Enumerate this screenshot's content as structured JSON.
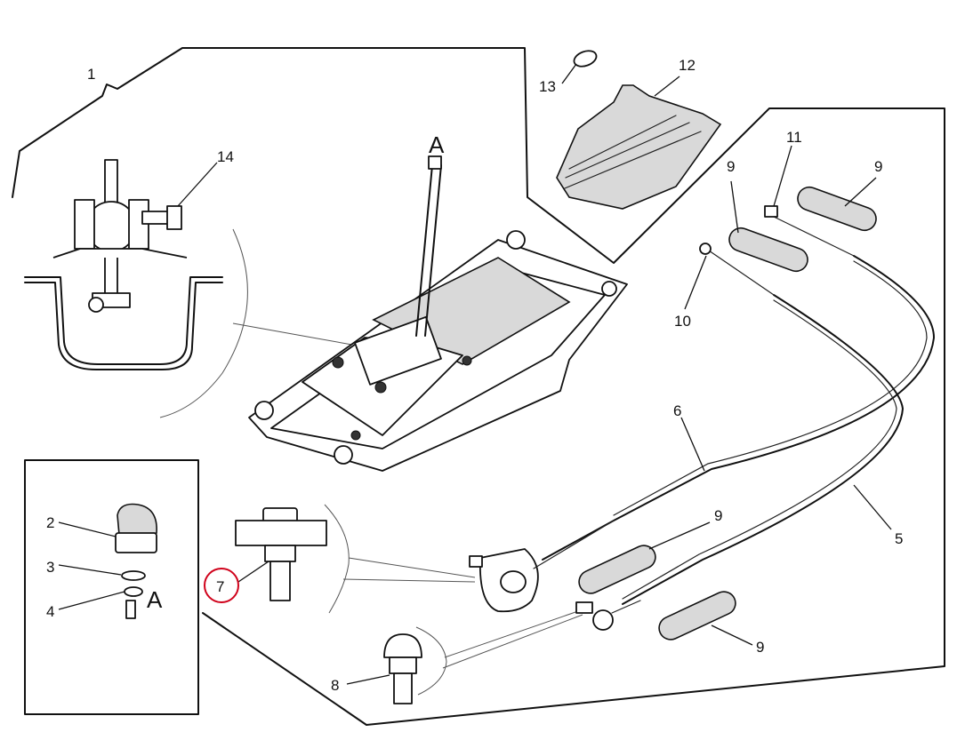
{
  "diagram": {
    "detail_letter": "A",
    "highlight_color": "#d0021b",
    "callouts": {
      "c1": "1",
      "c2": "2",
      "c3": "3",
      "c4": "4",
      "c5": "5",
      "c6": "6",
      "c7": "7",
      "c8": "8",
      "c9": "9",
      "c10": "10",
      "c11": "11",
      "c12": "12",
      "c13": "13",
      "c14": "14"
    }
  }
}
